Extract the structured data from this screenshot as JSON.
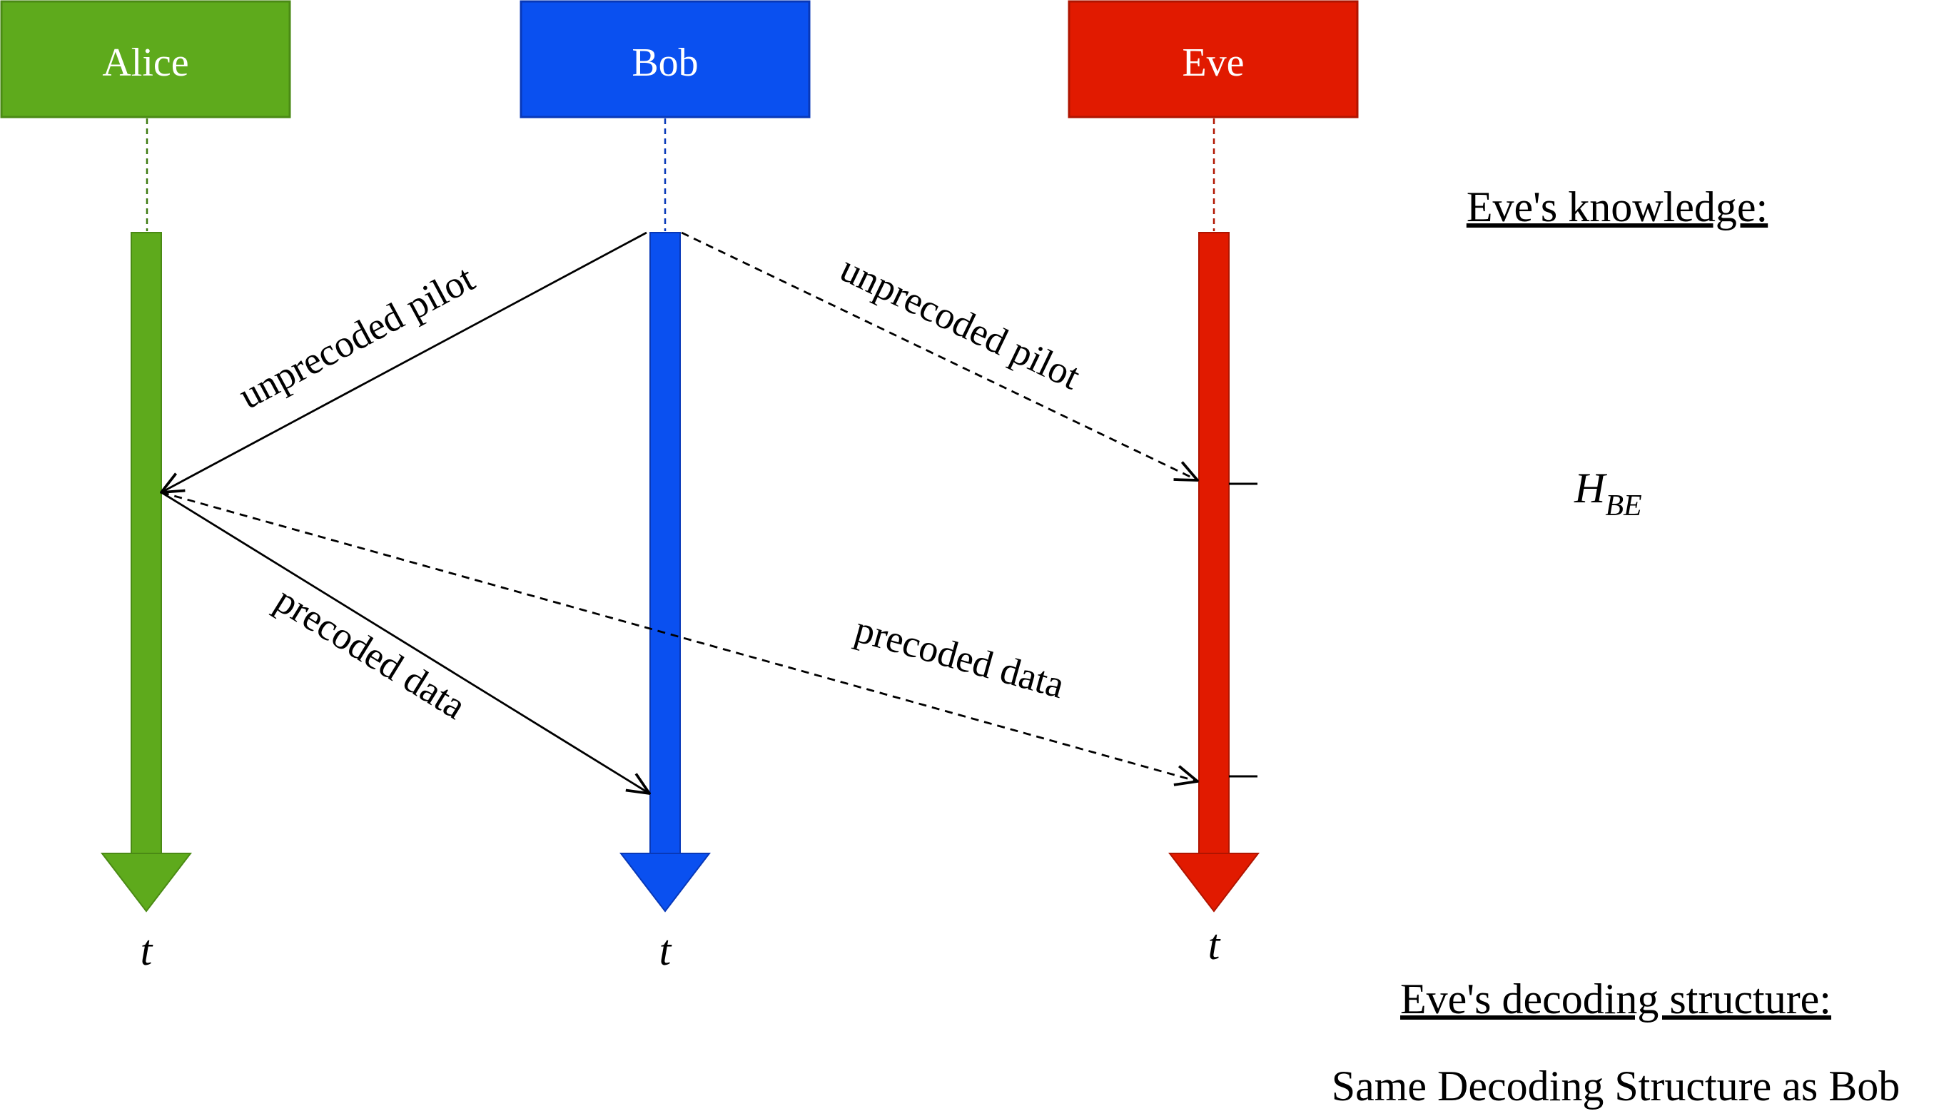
{
  "participants": {
    "alice": {
      "name": "Alice",
      "color": "#5eaa1c"
    },
    "bob": {
      "name": "Bob",
      "color": "#0a50f0"
    },
    "eve": {
      "name": "Eve",
      "color": "#e11a00"
    }
  },
  "time_label": "t",
  "messages": {
    "bob_to_alice": "unprecoded pilot",
    "bob_to_eve": "unprecoded pilot",
    "alice_to_bob": "precoded data",
    "alice_to_eve": "precoded data"
  },
  "side_panel": {
    "knowledge_heading": "Eve's knowledge:",
    "knowledge_symbol": "H",
    "knowledge_subscript": "BE",
    "decoding_heading": "Eve's decoding structure:",
    "decoding_value": "Same Decoding Structure as Bob"
  }
}
